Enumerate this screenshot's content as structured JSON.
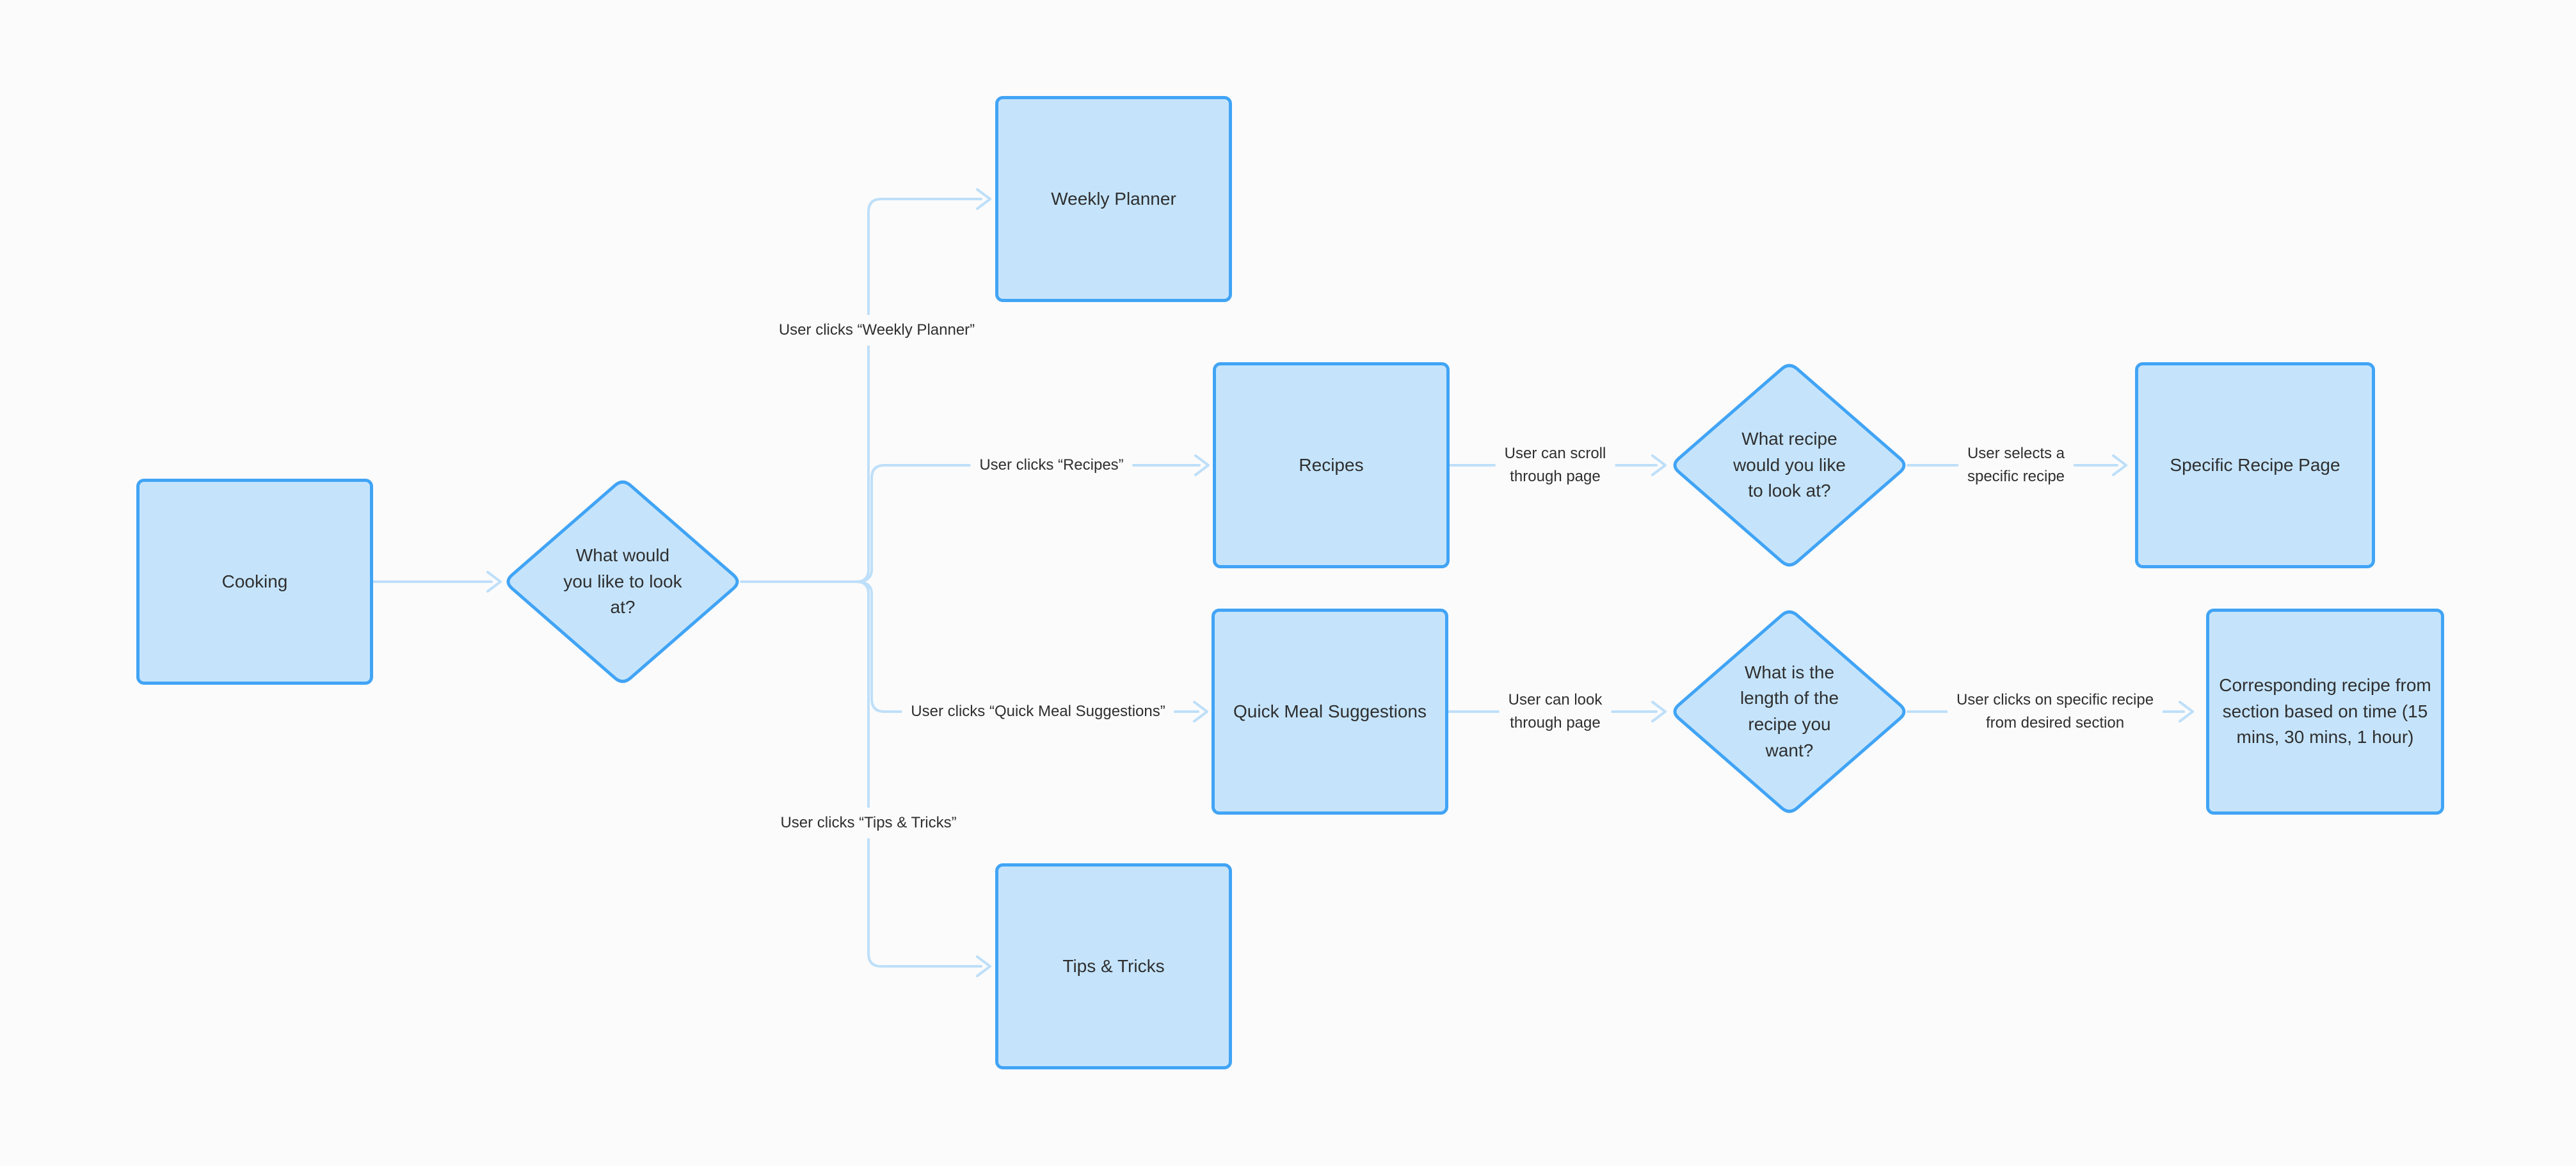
{
  "canvas": {
    "background": "#FBFBFB",
    "colors": {
      "node_fill": "#C5E4FC",
      "node_stroke": "#41A4F5",
      "connector": "#BEDFF9",
      "text": "#2F2F2F"
    }
  },
  "nodes": {
    "cooking": {
      "type": "process",
      "label": "Cooking"
    },
    "decision_main": {
      "type": "decision",
      "label": "What would\nyou like to look\nat?"
    },
    "weekly_planner": {
      "type": "process",
      "label": "Weekly Planner"
    },
    "recipes": {
      "type": "process",
      "label": "Recipes"
    },
    "quick_meal": {
      "type": "process",
      "label": "Quick Meal Suggestions"
    },
    "tips_tricks": {
      "type": "process",
      "label": "Tips & Tricks"
    },
    "decision_recipe": {
      "type": "decision",
      "label": "What recipe\nwould you like\nto look at?"
    },
    "specific_recipe": {
      "type": "process",
      "label": "Specific Recipe Page"
    },
    "decision_length": {
      "type": "decision",
      "label": "What is the\nlength of the\nrecipe you\nwant?"
    },
    "corresponding_recipe": {
      "type": "process",
      "label": "Corresponding recipe from\nsection based on time (15\nmins, 30 mins, 1 hour)"
    }
  },
  "edge_labels": {
    "weekly": "User clicks “Weekly Planner”",
    "recipes": "User clicks “Recipes”",
    "quick": "User clicks “Quick Meal Suggestions”",
    "tips": "User clicks “Tips & Tricks”",
    "scroll": "User can scroll\nthrough page",
    "selects": "User selects a\nspecific recipe",
    "look": "User can look\nthrough page",
    "clicks_specific": "User clicks on specific recipe\nfrom desired section"
  }
}
